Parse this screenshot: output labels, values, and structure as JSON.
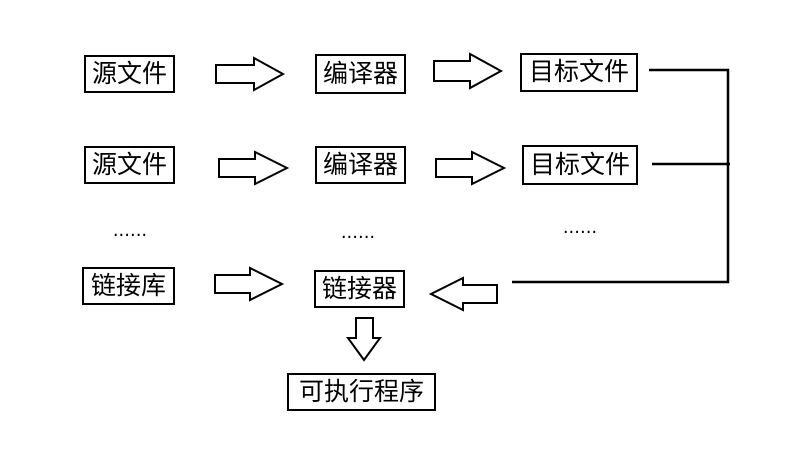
{
  "row1": {
    "source": "源文件",
    "compiler": "编译器",
    "target": "目标文件"
  },
  "row2": {
    "source": "源文件",
    "compiler": "编译器",
    "target": "目标文件"
  },
  "ellipsis": {
    "col1": "......",
    "col2": "......",
    "col3": "......"
  },
  "linker_row": {
    "library": "链接库",
    "linker": "链接器"
  },
  "output": {
    "executable": "可执行程序"
  }
}
